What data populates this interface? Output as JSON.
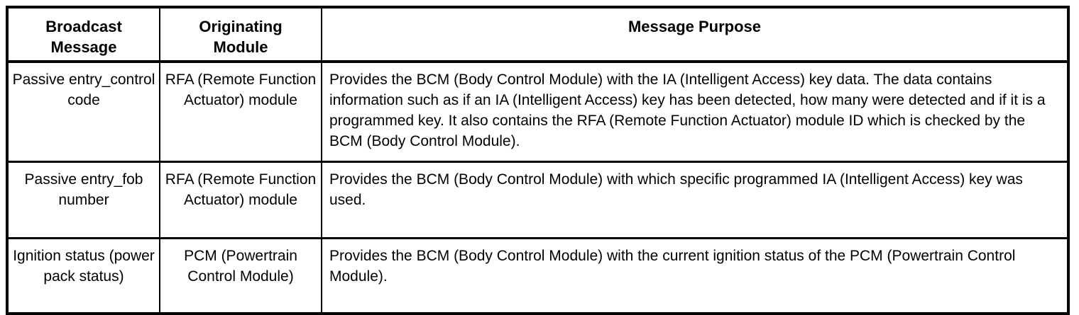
{
  "colors": {
    "border": "#000000",
    "text": "#000000",
    "background": "#ffffff"
  },
  "table": {
    "headers": {
      "broadcast": "Broadcast Message",
      "originating": "Originating Module",
      "purpose": "Message Purpose"
    },
    "rows": [
      {
        "broadcast": "Passive entry_control code",
        "originating": "RFA (Remote Function Actuator) module",
        "purpose": "Provides the BCM (Body Control Module) with the IA (Intelligent Access) key data. The data contains information such as if an IA (Intelligent Access) key has been detected, how many were detected and if it is a programmed key. It also contains the RFA (Remote Function Actuator) module ID which is checked by the BCM (Body Control Module)."
      },
      {
        "broadcast": "Passive entry_fob number",
        "originating": "RFA (Remote Function Actuator) module",
        "purpose": "Provides the BCM (Body Control Module) with which specific programmed IA (Intelligent Access) key was used."
      },
      {
        "broadcast": "Ignition status (power pack status)",
        "originating": "PCM (Powertrain Control Module)",
        "purpose": "Provides the BCM (Body Control Module) with the current ignition status of the PCM (Powertrain Control Module)."
      }
    ]
  }
}
